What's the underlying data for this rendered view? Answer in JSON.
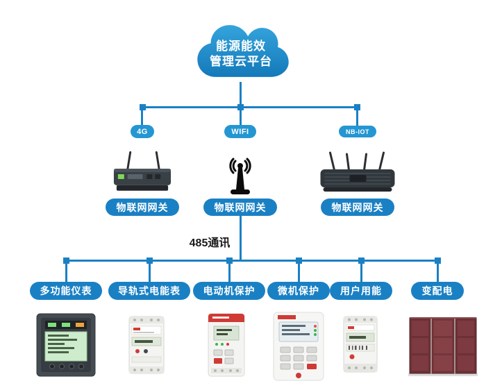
{
  "colors": {
    "accent": "#1a80c4",
    "badge_blue": "#2496d2",
    "cloud_top": "#35a4dc",
    "cloud_bottom": "#1479ba"
  },
  "cloud": {
    "line1": "能源能效",
    "line2": "管理云平台"
  },
  "gateways": [
    {
      "badge": "4G",
      "label": "物联网网关"
    },
    {
      "badge": "WIFI",
      "label": "物联网网关"
    },
    {
      "badge": "NB-IOT",
      "label": "物联网网关"
    }
  ],
  "bus": {
    "label": "485通讯"
  },
  "devices": [
    "多功能仪表",
    "导轨式电能表",
    "电动机保护",
    "微机保护",
    "用户用能",
    "变配电"
  ]
}
